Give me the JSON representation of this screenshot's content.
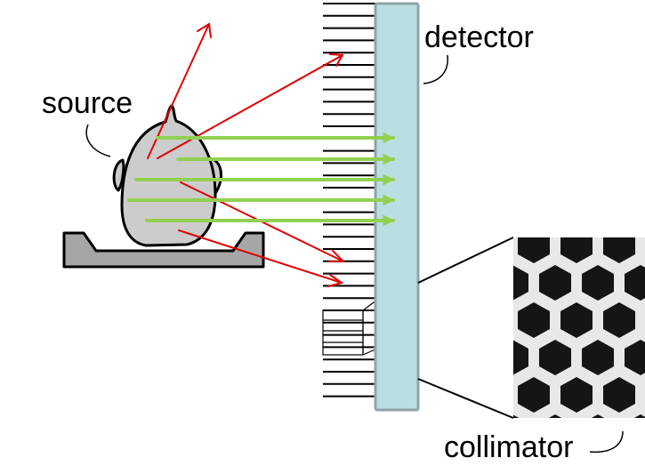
{
  "labels": {
    "source": "source",
    "detector": "detector",
    "collimator": "collimator"
  },
  "colors": {
    "detector_fill": "#b9dfe3",
    "detector_stroke": "#8ea4a8",
    "primary_gamma": "#92d050",
    "scattered_gamma": "#e00000",
    "head_fill": "#cccccc",
    "support_fill": "#a6a6a6",
    "collimator_septa": "#000000"
  },
  "icons": {
    "head": "patient-head-icon",
    "support": "head-rest-icon",
    "inset": "honeycomb-collimator-photo"
  }
}
